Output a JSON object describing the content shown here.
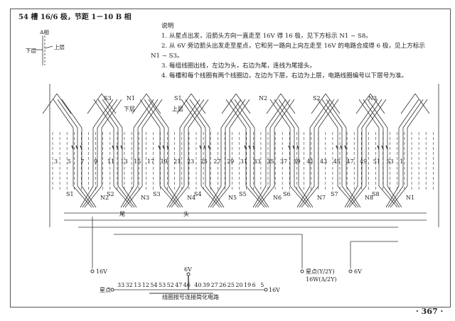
{
  "title": "54 槽 16/6 极，节距 1－10 B 相",
  "legend": {
    "phase": "A相",
    "lower": "下层",
    "upper": "上层"
  },
  "notes": {
    "heading": "说明",
    "items": [
      "1. 从星点出发，沿箭头方向一直走至 16V 得 16 极，见下方标示 N1 ~ S8。",
      "2. 从 6V 旁边箭头出发走至星点，它和另一路向上向左走至 16V 的电路合成得 6 极，见上方标示",
      "N1 ~ S3。",
      "3. 每组线圈出线，左边为头，右边为尾，连线为尾接头。",
      "4. 每槽和每个线圈有两个线圈边，左边为下层，右边为上层，电路线圈编号以下层号为准。"
    ]
  },
  "top_poles": [
    "S3",
    "N1",
    "S1",
    "N2",
    "S2",
    "N3"
  ],
  "top_layer_labels": {
    "lower": "下层",
    "upper": "上层"
  },
  "slot_numbers": [
    "3",
    "5",
    "7",
    "9",
    "11",
    "13",
    "15",
    "17",
    "19",
    "21",
    "23",
    "25",
    "27",
    "29",
    "31",
    "33",
    "35",
    "37",
    "39",
    "41",
    "43",
    "45",
    "47",
    "49",
    "51",
    "53",
    "1"
  ],
  "bottom_poles": [
    [
      "S1",
      "N2"
    ],
    [
      "S2",
      "N3"
    ],
    [
      "S3",
      "N4"
    ],
    [
      "S4",
      "N5"
    ],
    [
      "S5",
      "N6"
    ],
    [
      "S6",
      "N7"
    ],
    [
      "S7",
      "N8"
    ],
    [
      "S8",
      "N1"
    ]
  ],
  "head_tail": {
    "tail": "尾",
    "head": "头"
  },
  "terminals": {
    "t16v": "16V",
    "star": "星点(Y/2Y)",
    "star2": "16W(Δ/2Y)",
    "t6v": "6V"
  },
  "simplified": {
    "start": "星点",
    "end": "16V",
    "tap": "6V",
    "coils": [
      "33",
      "32",
      "13",
      "12",
      "54",
      "53",
      "52",
      "47",
      "46",
      "40",
      "39",
      "27",
      "26",
      "25",
      "20",
      "19",
      "6",
      "5"
    ],
    "caption": "线圈按号连接简化电路"
  },
  "page_number": "· 367 ·"
}
